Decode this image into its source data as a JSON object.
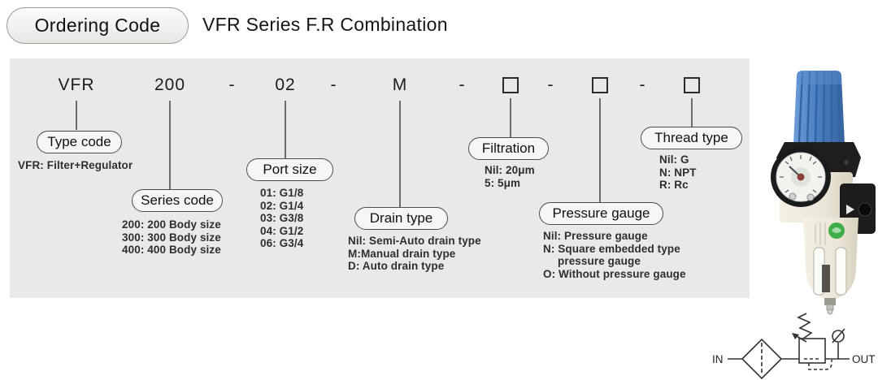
{
  "header": {
    "badge": "Ordering Code",
    "title": "VFR Series F.R Combination"
  },
  "code": {
    "type": "VFR",
    "series": "200",
    "port": "02",
    "drain": "M",
    "separator": "-"
  },
  "groups": {
    "type_code": {
      "label": "Type code",
      "items": [
        "VFR: Filter+Regulator"
      ]
    },
    "series_code": {
      "label": "Series code",
      "items": [
        "200: 200 Body size",
        "300: 300 Body size",
        "400: 400 Body size"
      ]
    },
    "port_size": {
      "label": "Port size",
      "items": [
        "01: G1/8",
        "02: G1/4",
        "03: G3/8",
        "04: G1/2",
        "06: G3/4"
      ]
    },
    "drain_type": {
      "label": "Drain type",
      "items": [
        "Nil: Semi-Auto drain type",
        "M:Manual drain type",
        "D: Auto drain type"
      ]
    },
    "filtration": {
      "label": "Filtration",
      "items": [
        "Nil: 20μm",
        "5: 5μm"
      ]
    },
    "pressure_gauge": {
      "label": "Pressure gauge",
      "items": [
        "Nil: Pressure gauge",
        "N: Square embedded type",
        "pressure gauge",
        "O: Without pressure gauge"
      ]
    },
    "thread_type": {
      "label": "Thread type",
      "items": [
        "Nil: G",
        "N: NPT",
        "R: Rc"
      ]
    }
  },
  "schematic": {
    "in_label": "IN",
    "out_label": "OUT"
  },
  "colors": {
    "panel_bg": "#e9e9e7",
    "knob_blue": "#4a80c4",
    "eco_badge_green": "#3fae49",
    "line": "#333333"
  }
}
